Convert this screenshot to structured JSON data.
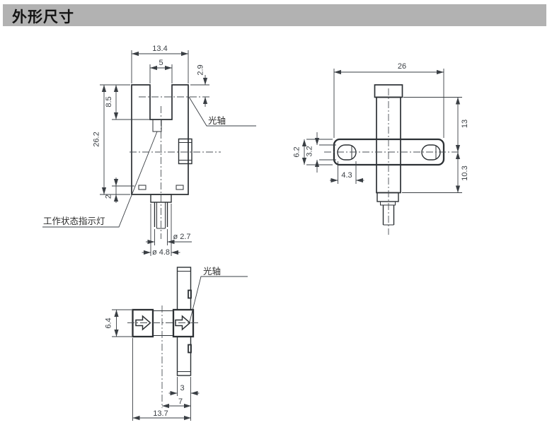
{
  "header": {
    "title": "外形尺寸"
  },
  "colors": {
    "header_bg": "#b2b2b2",
    "outline": "#2c3034",
    "dimension": "#3a3f44",
    "background": "#ffffff"
  },
  "views": {
    "front": {
      "dims": {
        "overall_width": "13.4",
        "slot_width": "5",
        "axis_offset": "2.9",
        "slot_depth": "8.5",
        "overall_height": "26.2",
        "bottom_step": "2",
        "cable_diameter": "ø 2.7",
        "gland_diameter": "ø 4.8"
      },
      "labels": {
        "optical_axis": "光轴",
        "status_indicator": "工作状态指示灯"
      }
    },
    "side": {
      "dims": {
        "flange_length": "26",
        "top_to_axis": "13",
        "flange_width": "6.2",
        "slot_width": "3.2",
        "slot_length": "4.3",
        "axis_to_bottom": "10.3"
      }
    },
    "bottom": {
      "dims": {
        "arm_width": "6.4",
        "flange_thickness": "3",
        "center_to_back": "7",
        "overall_depth": "13.7"
      },
      "labels": {
        "optical_axis": "光轴"
      }
    }
  }
}
